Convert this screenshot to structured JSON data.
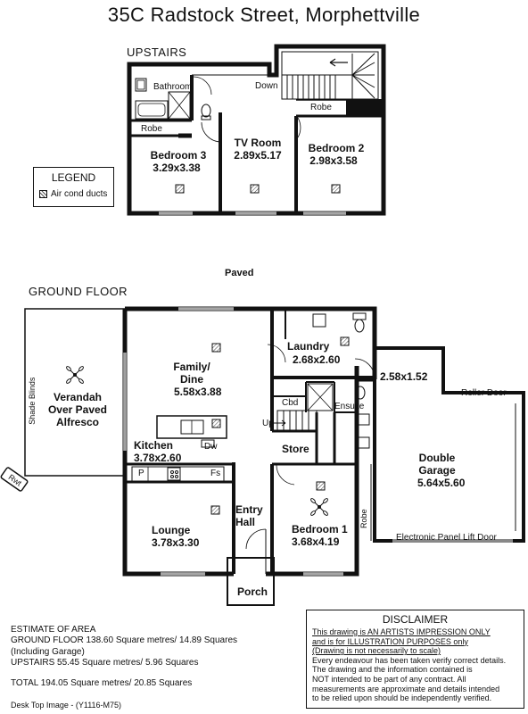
{
  "title": "35C  Radstock Street, Morphettville",
  "sections": {
    "upstairs": "UPSTAIRS",
    "ground": "GROUND FLOOR",
    "paved": "Paved"
  },
  "legend": {
    "title": "LEGEND",
    "item": "Air cond ducts"
  },
  "upstairs_rooms": {
    "bathroom": "Bathroom",
    "down": "Down",
    "robe1": "Robe",
    "robe2": "Robe",
    "tv_name": "TV Room",
    "tv_size": "2.89x5.17",
    "bed3_name": "Bedroom 3",
    "bed3_size": "3.29x3.38",
    "bed2_name": "Bedroom 2",
    "bed2_size": "2.98x3.58"
  },
  "ground_rooms": {
    "verandah1": "Verandah",
    "verandah2": "Over Paved",
    "verandah3": "Alfresco",
    "shade": "Shade Blinds",
    "rwt": "Rwt",
    "family_name1": "Family/",
    "family_name2": "Dine",
    "family_size": "5.58x3.88",
    "kitchen_name": "Kitchen",
    "kitchen_size": "3.78x2.60",
    "dw": "Dw",
    "p": "P",
    "fs": "Fs",
    "laundry_name": "Laundry",
    "laundry_size": "2.68x2.60",
    "cbd": "Cbd",
    "ensuite": "Ensuite",
    "up": "Up",
    "store": "Store",
    "garage_dim": "2.58x1.52",
    "roller": "Roller Door",
    "garage_name1": "Double",
    "garage_name2": "Garage",
    "garage_size": "5.64x5.60",
    "electronic": "Electronic Panel Lift  Door",
    "robe": "Robe",
    "entry1": "Entry",
    "entry2": "Hall",
    "lounge_name": "Lounge",
    "lounge_size": "3.78x3.30",
    "bed1_name": "Bedroom 1",
    "bed1_size": "3.68x4.19",
    "porch": "Porch"
  },
  "estimate": {
    "heading": "ESTIMATE OF AREA",
    "ground": "GROUND FLOOR 138.60 Square metres/  14.89 Squares",
    "including": "(Including Garage)",
    "upstairs": "UPSTAIRS   55.45 Square metres/  5.96 Squares",
    "total": "TOTAL  194.05 Square metres/  20.85 Squares"
  },
  "disclaimer": {
    "heading": "DISCLAIMER",
    "line1": "This drawing is AN ARTISTS IMPRESSION ONLY",
    "line2": "and is for ILLUSTRATION PURPOSES only",
    "line3": "(Drawing is not necessarily to scale)",
    "line4": "Every endeavour has been taken verify correct details.",
    "line5": "The drawing and the information contained is",
    "line6": "NOT intended to be part of any contract.  All",
    "line7": "measurements are approximate and details intended",
    "line8": "to be relied upon should be independently verified."
  },
  "footer": "Desk Top Image -  (Y1116-M75)"
}
